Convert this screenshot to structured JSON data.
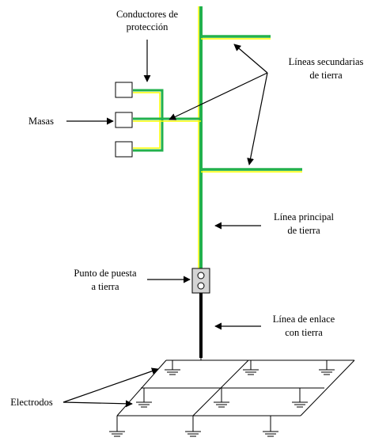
{
  "labels": {
    "conductores_line1": "Conductores de",
    "conductores_line2": "protección",
    "lineas_sec_line1": "Líneas secundarias",
    "lineas_sec_line2": "de tierra",
    "masas": "Masas",
    "linea_principal_line1": "Línea principal",
    "linea_principal_line2": "de tierra",
    "punto_line1": "Punto de puesta",
    "punto_line2": "a tierra",
    "enlace_line1": "Línea de enlace",
    "enlace_line2": "con tierra",
    "electrodos": "Electrodos"
  },
  "colors": {
    "green": "#22b14c",
    "yellow": "#ffff00",
    "black": "#000000",
    "box_fill": "#d4d4d4"
  }
}
